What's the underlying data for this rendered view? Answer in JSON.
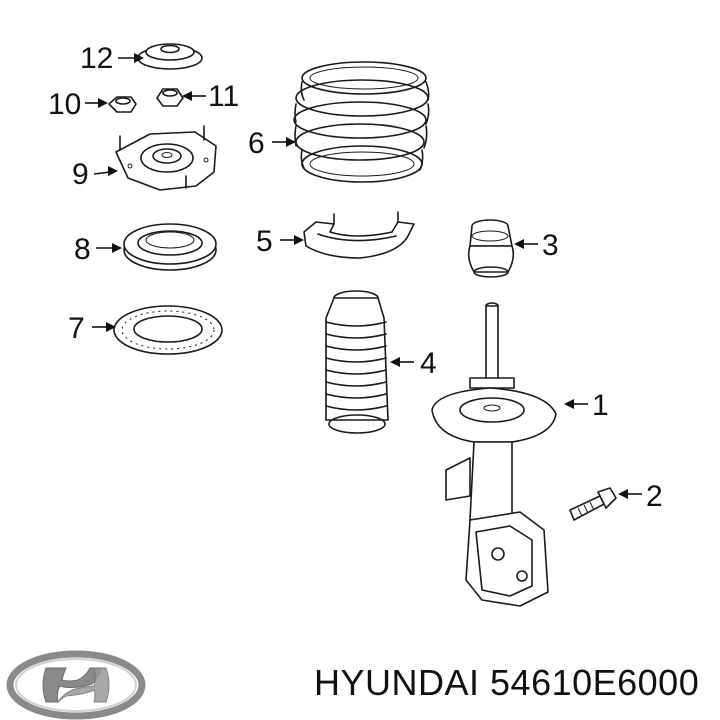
{
  "callouts": [
    {
      "id": "1",
      "label": "1"
    },
    {
      "id": "2",
      "label": "2"
    },
    {
      "id": "3",
      "label": "3"
    },
    {
      "id": "4",
      "label": "4"
    },
    {
      "id": "5",
      "label": "5"
    },
    {
      "id": "6",
      "label": "6"
    },
    {
      "id": "7",
      "label": "7"
    },
    {
      "id": "8",
      "label": "8"
    },
    {
      "id": "9",
      "label": "9"
    },
    {
      "id": "10",
      "label": "10"
    },
    {
      "id": "11",
      "label": "11"
    },
    {
      "id": "12",
      "label": "12"
    }
  ],
  "caption": {
    "text": "HYUNDAI 54610E6000"
  },
  "logo": {
    "icon": "hyundai-logo-icon",
    "color": "#8a8a8a"
  }
}
